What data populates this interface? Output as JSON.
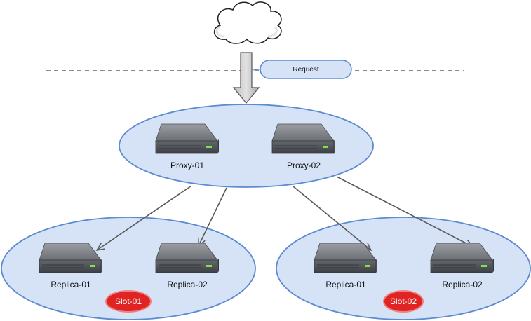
{
  "callout": {
    "label": "Request"
  },
  "proxy_group": {
    "nodes": [
      {
        "label": "Proxy-01"
      },
      {
        "label": "Proxy-02"
      }
    ]
  },
  "slot_groups": [
    {
      "badge": "Slot-01",
      "nodes": [
        {
          "label": "Replica-01"
        },
        {
          "label": "Replica-02"
        }
      ]
    },
    {
      "badge": "Slot-02",
      "nodes": [
        {
          "label": "Replica-01"
        },
        {
          "label": "Replica-02"
        }
      ]
    }
  ],
  "colors": {
    "group_fill": "#d6e2f5",
    "group_stroke": "#5b8bd1",
    "badge_fill": "#e02424",
    "badge_stroke": "#f08080",
    "connector": "#595959",
    "arrow_fill": "#d0d0d0"
  },
  "icons": {
    "cloud": "cloud-icon",
    "server": "server-icon"
  }
}
